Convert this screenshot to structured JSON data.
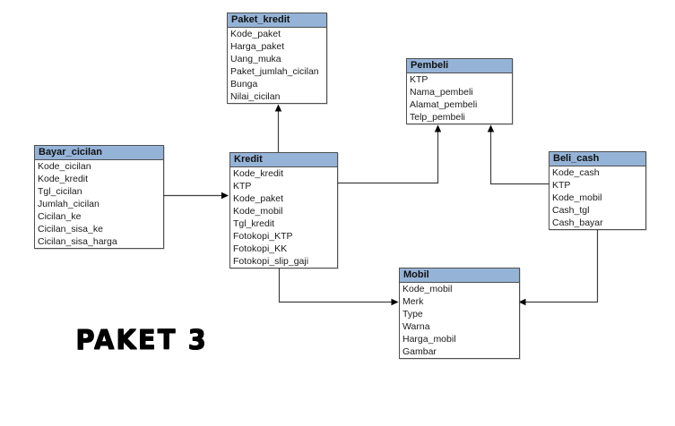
{
  "caption": "PAKET 3",
  "colors": {
    "header_fill": "#95B3D7",
    "box_border": "#4f4f4f",
    "connector_line": "#3f3f3f",
    "text": "#1a1a1a",
    "background": "#ffffff"
  },
  "entities": {
    "paket_kredit": {
      "title": "Paket_kredit",
      "fields": [
        "Kode_paket",
        "Harga_paket",
        "Uang_muka",
        "Paket_jumlah_cicilan",
        "Bunga",
        "Nilai_cicilan"
      ]
    },
    "pembeli": {
      "title": "Pembeli",
      "fields": [
        "KTP",
        "Nama_pembeli",
        "Alamat_pembeli",
        "Telp_pembeli"
      ]
    },
    "bayar_cicilan": {
      "title": "Bayar_cicilan",
      "fields": [
        "Kode_cicilan",
        "Kode_kredit",
        "Tgl_cicilan",
        "Jumlah_cicilan",
        "Cicilan_ke",
        "Cicilan_sisa_ke",
        "Cicilan_sisa_harga"
      ]
    },
    "kredit": {
      "title": "Kredit",
      "fields": [
        "Kode_kredit",
        "KTP",
        "Kode_paket",
        "Kode_mobil",
        "Tgl_kredit",
        "Fotokopi_KTP",
        "Fotokopi_KK",
        "Fotokopi_slip_gaji"
      ]
    },
    "beli_cash": {
      "title": "Beli_cash",
      "fields": [
        "Kode_cash",
        "KTP",
        "Kode_mobil",
        "Cash_tgl",
        "Cash_bayar"
      ]
    },
    "mobil": {
      "title": "Mobil",
      "fields": [
        "Kode_mobil",
        "Merk",
        "Type",
        "Warna",
        "Harga_mobil",
        "Gambar"
      ]
    }
  },
  "relationships": [
    {
      "from": "Bayar_cicilan",
      "to": "Kredit"
    },
    {
      "from": "Kredit",
      "to": "Paket_kredit"
    },
    {
      "from": "Kredit",
      "to": "Pembeli"
    },
    {
      "from": "Beli_cash",
      "to": "Pembeli"
    },
    {
      "from": "Kredit",
      "to": "Mobil"
    },
    {
      "from": "Beli_cash",
      "to": "Mobil"
    }
  ]
}
